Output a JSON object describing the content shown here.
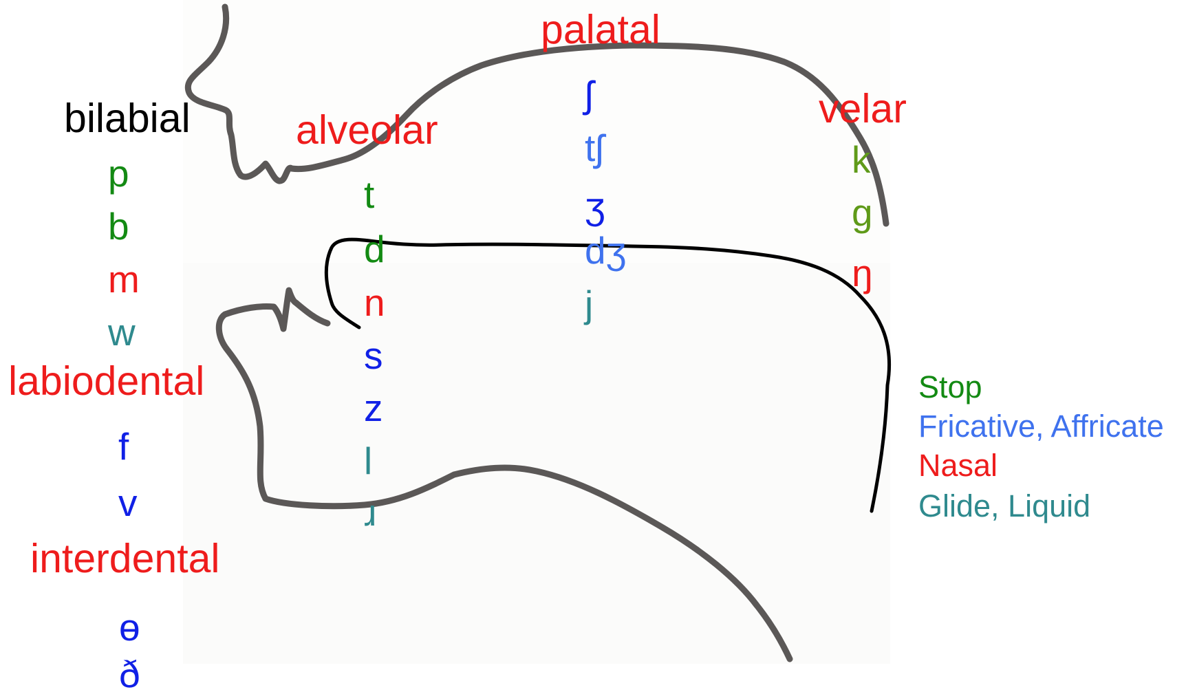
{
  "colors": {
    "place": "#ee1c1c",
    "place_bilabial": "#000000",
    "stop": "#138a13",
    "stop_velar": "#5f9a19",
    "fricative_affricate_dark": "#1020e6",
    "fricative_affricate_light": "#3f72ee",
    "nasal": "#ee1c1c",
    "glide_liquid": "#2f8a8e",
    "head_outline": "#5b5857",
    "tongue_outline": "#000000"
  },
  "places": {
    "bilabial": "bilabial",
    "labiodental": "labiodental",
    "interdental": "interdental",
    "alveolar": "alveolar",
    "palatal": "palatal",
    "velar": "velar"
  },
  "bilabial_symbols": [
    "p",
    "b",
    "m",
    "w"
  ],
  "labiodental_symbols": [
    "f",
    "v"
  ],
  "interdental_symbols": [
    "ɵ",
    "ð"
  ],
  "alveolar_symbols": [
    "t",
    "d",
    "n",
    "s",
    "z",
    "l",
    "ɹ"
  ],
  "palatal_symbols": [
    "ʃ",
    "tʃ",
    "ʒ",
    "dʒ",
    "j"
  ],
  "velar_symbols": [
    "k",
    "g",
    "ŋ"
  ],
  "legend": {
    "stop": "Stop",
    "fricative_affricate": "Fricative, Affricate",
    "nasal": "Nasal",
    "glide_liquid": "Glide, Liquid"
  }
}
